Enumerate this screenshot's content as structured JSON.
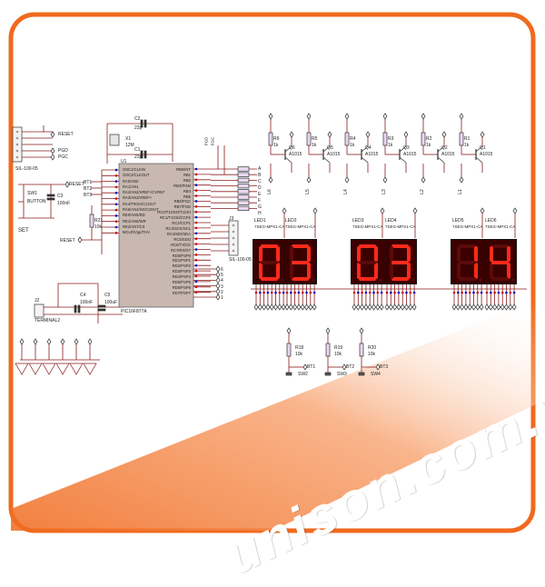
{
  "watermark": "unison.com.vn",
  "colors": {
    "frame": "#f06a1e",
    "wire": "#8a1c1c",
    "segment_on": "#ff2a1a",
    "display_bg": "#3a0000",
    "mcu_fill": "#c8b8b0"
  },
  "header_left": {
    "labels": [
      "RESET",
      "PGD",
      "PGC"
    ],
    "part": "SIL-100-05"
  },
  "reset_section": {
    "switch": "SW1",
    "button": "BUTTON",
    "cap": "C3",
    "cap_value": "100nF",
    "reset_label": "RESET",
    "set_label": "SET",
    "resistor": "R21",
    "resistor_value": "10k",
    "bt_labels": [
      "BT1",
      "BT2",
      "BT3"
    ]
  },
  "crystal": {
    "cap1": "C2",
    "cap1_value": "22p",
    "crystal": "X1",
    "crystal_value": "12M",
    "cap2": "C1",
    "cap2_value": "22p"
  },
  "mcu": {
    "ref": "U1",
    "part": "PIC16F877A",
    "left_pins": [
      "OSC1/CLKIN",
      "OSC2/CLKOUT",
      "RA0/AN0",
      "RA1/AN1",
      "RA2/AN2/VREF-/CVREF",
      "RA3/AN3/VREF+",
      "RA4/T0CKI/C1OUT",
      "RA5/AN4/SS/C2OUT",
      "RE0/AN5/RD",
      "RE1/AN6/WR",
      "RE2/AN7/CS",
      "MCLR/Vpp/THV"
    ],
    "right_pins": [
      "RB0/INT",
      "RB1",
      "RB2",
      "RB3/PGM",
      "RB4",
      "RB5",
      "RB6/PGC",
      "RB7/PGD",
      "RC0/T1OSO/T1CKI",
      "RC1/T1OSI/CCP2",
      "RC2/CCP1",
      "RC3/SCK/SCL",
      "RC4/SDI/SDA",
      "RC5/SDO",
      "RC6/TX/CK",
      "RC7/RX/DT",
      "RD0/PSP0",
      "RD1/PSP1",
      "RD2/PSP2",
      "RD3/PSP3",
      "RD4/PSP4",
      "RD5/PSP5",
      "RD6/PSP6",
      "RD7/PSP7"
    ]
  },
  "bus_letters": [
    "A",
    "B",
    "C",
    "D",
    "E",
    "F",
    "G",
    "H"
  ],
  "rb_labels": [
    "PGD",
    "PGC"
  ],
  "header_right": {
    "part": "SIL-100-05",
    "ref": "J3"
  },
  "rd_numbers": [
    "6",
    "5",
    "4",
    "3",
    "2",
    "1"
  ],
  "power": {
    "connector": "J2",
    "connector_name": "TERMINAL2",
    "cap4": "C4",
    "cap4_value": "100nF",
    "cap5": "C5",
    "cap5_value": "100uF"
  },
  "transistors": [
    {
      "res": "R6",
      "res_value": "1k",
      "q": "Q6",
      "model": "A1015",
      "label": "L6"
    },
    {
      "res": "R5",
      "res_value": "1k",
      "q": "Q5",
      "model": "A1015",
      "label": "L5"
    },
    {
      "res": "R4",
      "res_value": "1k",
      "q": "Q4",
      "model": "A1015",
      "label": "L4"
    },
    {
      "res": "R3",
      "res_value": "1k",
      "q": "Q3",
      "model": "A1015",
      "label": "L3"
    },
    {
      "res": "R2",
      "res_value": "1k",
      "q": "Q2",
      "model": "A1015",
      "label": "L2"
    },
    {
      "res": "R1",
      "res_value": "1k",
      "q": "Q1",
      "model": "A1015",
      "label": "L1"
    }
  ],
  "displays": [
    {
      "led": "LED1",
      "model": "7SEG-MPX1-CA",
      "digit": "0"
    },
    {
      "led": "LED2",
      "model": "7SEG-MPX1-CA",
      "digit": "3"
    },
    {
      "led": "LED3",
      "model": "7SEG-MPX1-CA",
      "digit": "0"
    },
    {
      "led": "LED4",
      "model": "7SEG-MPX1-CA",
      "digit": "3"
    },
    {
      "led": "LED5",
      "model": "7SEG-MPX1-CA",
      "digit": "1"
    },
    {
      "led": "LED6",
      "model": "7SEG-MPX1-CA",
      "digit": "4"
    }
  ],
  "buttons": [
    {
      "res": "R18",
      "res_value": "10k",
      "bt": "BT1",
      "sw": "SW2"
    },
    {
      "res": "R19",
      "res_value": "10k",
      "bt": "BT2",
      "sw": "SW3"
    },
    {
      "res": "R20",
      "res_value": "10k",
      "bt": "BT3",
      "sw": "SW4"
    }
  ]
}
